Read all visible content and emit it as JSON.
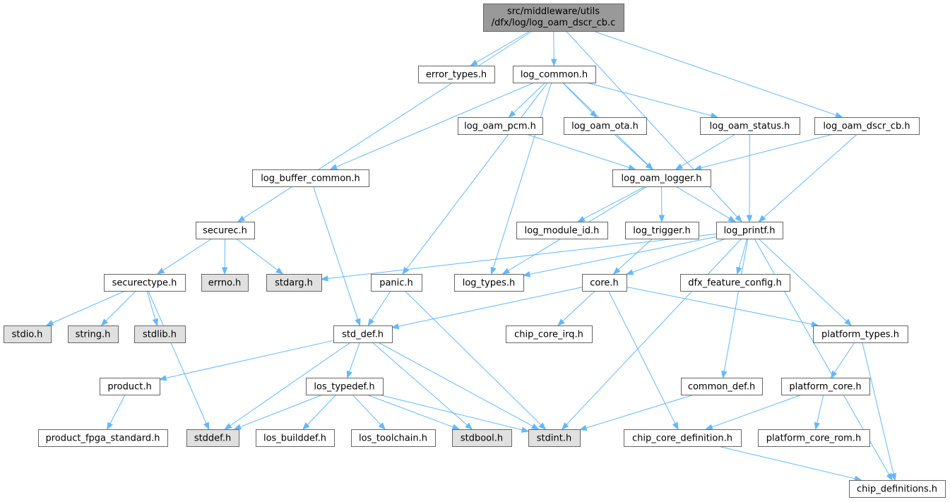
{
  "title_lines": [
    "src/middleware/utils",
    "/dfx/log/log_oam_dscr_cb.c"
  ],
  "colors": {
    "root_fill": "#999999",
    "node_fill": "#ffffff",
    "external_fill": "#e0e0e0",
    "border": "#666666",
    "edge": "#63b8ff",
    "text": "#000000"
  },
  "nodes": [
    {
      "id": "root",
      "label": "src/middleware/utils\n/dfx/log/log_oam_dscr_cb.c",
      "kind": "root"
    },
    {
      "id": "error_types",
      "label": "error_types.h",
      "kind": "file"
    },
    {
      "id": "log_common",
      "label": "log_common.h",
      "kind": "file"
    },
    {
      "id": "securec",
      "label": "securec.h",
      "kind": "file"
    },
    {
      "id": "log_oam_dscr_cb",
      "label": "log_oam_dscr_cb.h",
      "kind": "file"
    },
    {
      "id": "log_oam_pcm",
      "label": "log_oam_pcm.h",
      "kind": "file"
    },
    {
      "id": "log_oam_ota",
      "label": "log_oam_ota.h",
      "kind": "file"
    },
    {
      "id": "log_oam_status",
      "label": "log_oam_status.h",
      "kind": "file"
    },
    {
      "id": "log_buffer_common",
      "label": "log_buffer_common.h",
      "kind": "file"
    },
    {
      "id": "log_oam_logger",
      "label": "log_oam_logger.h",
      "kind": "file"
    },
    {
      "id": "log_module_id",
      "label": "log_module_id.h",
      "kind": "file"
    },
    {
      "id": "log_trigger",
      "label": "log_trigger.h",
      "kind": "file"
    },
    {
      "id": "log_printf",
      "label": "log_printf.h",
      "kind": "file"
    },
    {
      "id": "securectype",
      "label": "securectype.h",
      "kind": "file"
    },
    {
      "id": "errno",
      "label": "errno.h",
      "kind": "external"
    },
    {
      "id": "stdarg",
      "label": "stdarg.h",
      "kind": "external"
    },
    {
      "id": "panic",
      "label": "panic.h",
      "kind": "file"
    },
    {
      "id": "log_types",
      "label": "log_types.h",
      "kind": "file"
    },
    {
      "id": "core",
      "label": "core.h",
      "kind": "file"
    },
    {
      "id": "dfx_feature_config",
      "label": "dfx_feature_config.h",
      "kind": "file"
    },
    {
      "id": "stdio",
      "label": "stdio.h",
      "kind": "external"
    },
    {
      "id": "string",
      "label": "string.h",
      "kind": "external"
    },
    {
      "id": "stdlib",
      "label": "stdlib.h",
      "kind": "external"
    },
    {
      "id": "std_def",
      "label": "std_def.h",
      "kind": "file"
    },
    {
      "id": "chip_core_irq",
      "label": "chip_core_irq.h",
      "kind": "file"
    },
    {
      "id": "platform_types",
      "label": "platform_types.h",
      "kind": "file"
    },
    {
      "id": "product",
      "label": "product.h",
      "kind": "file"
    },
    {
      "id": "los_typedef",
      "label": "los_typedef.h",
      "kind": "file"
    },
    {
      "id": "common_def",
      "label": "common_def.h",
      "kind": "file"
    },
    {
      "id": "platform_core",
      "label": "platform_core.h",
      "kind": "file"
    },
    {
      "id": "product_fpga_standard",
      "label": "product_fpga_standard.h",
      "kind": "file"
    },
    {
      "id": "stddef",
      "label": "stddef.h",
      "kind": "external"
    },
    {
      "id": "los_builddef",
      "label": "los_builddef.h",
      "kind": "file"
    },
    {
      "id": "los_toolchain",
      "label": "los_toolchain.h",
      "kind": "file"
    },
    {
      "id": "stdbool",
      "label": "stdbool.h",
      "kind": "external"
    },
    {
      "id": "stdint",
      "label": "stdint.h",
      "kind": "external"
    },
    {
      "id": "chip_core_definition",
      "label": "chip_core_definition.h",
      "kind": "file"
    },
    {
      "id": "platform_core_rom",
      "label": "platform_core_rom.h",
      "kind": "file"
    },
    {
      "id": "chip_definitions",
      "label": "chip_definitions.h",
      "kind": "file"
    }
  ],
  "edges": [
    [
      "root",
      "error_types"
    ],
    [
      "root",
      "log_common"
    ],
    [
      "root",
      "securec"
    ],
    [
      "root",
      "log_oam_dscr_cb"
    ],
    [
      "root",
      "log_printf"
    ],
    [
      "log_common",
      "log_oam_pcm"
    ],
    [
      "log_common",
      "log_oam_ota"
    ],
    [
      "log_common",
      "log_oam_status"
    ],
    [
      "log_common",
      "log_buffer_common"
    ],
    [
      "log_common",
      "panic"
    ],
    [
      "log_common",
      "log_types"
    ],
    [
      "log_common",
      "log_oam_logger"
    ],
    [
      "log_oam_pcm",
      "log_oam_logger"
    ],
    [
      "log_oam_ota",
      "log_oam_logger"
    ],
    [
      "log_oam_status",
      "log_oam_logger"
    ],
    [
      "log_oam_status",
      "log_printf"
    ],
    [
      "log_oam_dscr_cb",
      "log_oam_logger"
    ],
    [
      "log_oam_dscr_cb",
      "log_printf"
    ],
    [
      "log_buffer_common",
      "std_def"
    ],
    [
      "log_oam_logger",
      "log_module_id"
    ],
    [
      "log_oam_logger",
      "log_trigger"
    ],
    [
      "log_oam_logger",
      "log_printf"
    ],
    [
      "log_oam_logger",
      "log_types"
    ],
    [
      "log_trigger",
      "core"
    ],
    [
      "log_printf",
      "stdarg"
    ],
    [
      "log_printf",
      "log_types"
    ],
    [
      "log_printf",
      "core"
    ],
    [
      "log_printf",
      "dfx_feature_config"
    ],
    [
      "log_printf",
      "platform_types"
    ],
    [
      "log_printf",
      "common_def"
    ],
    [
      "log_printf",
      "stdint"
    ],
    [
      "log_printf",
      "chip_definitions"
    ],
    [
      "securec",
      "securectype"
    ],
    [
      "securec",
      "errno"
    ],
    [
      "securec",
      "stdarg"
    ],
    [
      "securectype",
      "stdio"
    ],
    [
      "securectype",
      "string"
    ],
    [
      "securectype",
      "stdlib"
    ],
    [
      "securectype",
      "stddef"
    ],
    [
      "panic",
      "std_def"
    ],
    [
      "panic",
      "stdint"
    ],
    [
      "core",
      "std_def"
    ],
    [
      "core",
      "chip_core_irq"
    ],
    [
      "core",
      "platform_types"
    ],
    [
      "core",
      "chip_core_definition"
    ],
    [
      "std_def",
      "product"
    ],
    [
      "std_def",
      "los_typedef"
    ],
    [
      "std_def",
      "stddef"
    ],
    [
      "std_def",
      "stdbool"
    ],
    [
      "std_def",
      "stdint"
    ],
    [
      "product",
      "product_fpga_standard"
    ],
    [
      "los_typedef",
      "stddef"
    ],
    [
      "los_typedef",
      "los_builddef"
    ],
    [
      "los_typedef",
      "los_toolchain"
    ],
    [
      "los_typedef",
      "stdbool"
    ],
    [
      "los_typedef",
      "stdint"
    ],
    [
      "common_def",
      "stdint"
    ],
    [
      "platform_types",
      "platform_core"
    ],
    [
      "platform_types",
      "chip_definitions"
    ],
    [
      "platform_core",
      "chip_core_definition"
    ],
    [
      "platform_core",
      "platform_core_rom"
    ],
    [
      "chip_core_definition",
      "chip_definitions"
    ]
  ]
}
